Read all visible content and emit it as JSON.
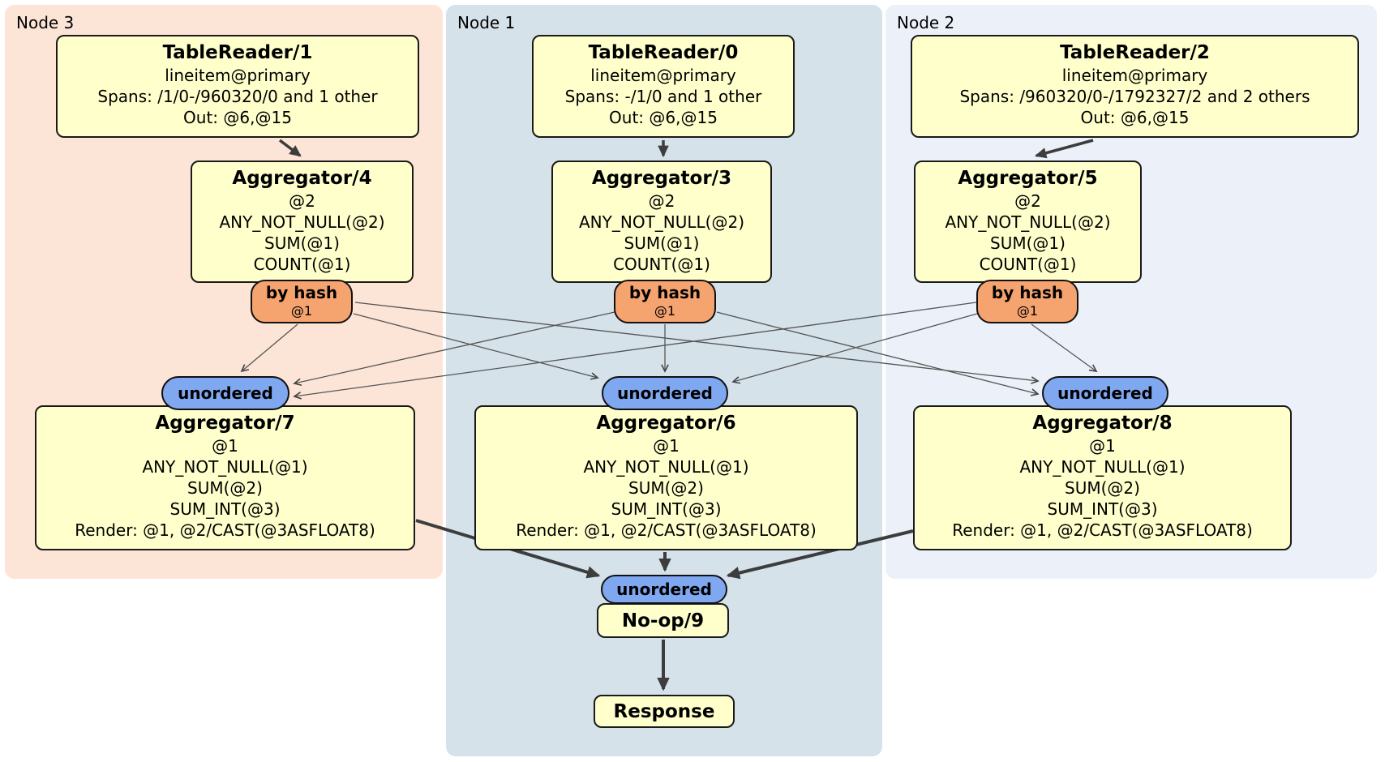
{
  "regions": {
    "node3": "Node 3",
    "node1": "Node 1",
    "node2": "Node 2"
  },
  "processors": {
    "tr1": {
      "title": "TableReader/1",
      "lines": [
        "lineitem@primary",
        "Spans: /1/0-/960320/0 and 1 other",
        "Out: @6,@15"
      ]
    },
    "tr0": {
      "title": "TableReader/0",
      "lines": [
        "lineitem@primary",
        "Spans: -/1/0 and 1 other",
        "Out: @6,@15"
      ]
    },
    "tr2": {
      "title": "TableReader/2",
      "lines": [
        "lineitem@primary",
        "Spans: /960320/0-/1792327/2 and 2 others",
        "Out: @6,@15"
      ]
    },
    "agg4": {
      "title": "Aggregator/4",
      "lines": [
        "@2",
        "ANY_NOT_NULL(@2)",
        "SUM(@1)",
        "COUNT(@1)"
      ]
    },
    "agg3": {
      "title": "Aggregator/3",
      "lines": [
        "@2",
        "ANY_NOT_NULL(@2)",
        "SUM(@1)",
        "COUNT(@1)"
      ]
    },
    "agg5": {
      "title": "Aggregator/5",
      "lines": [
        "@2",
        "ANY_NOT_NULL(@2)",
        "SUM(@1)",
        "COUNT(@1)"
      ]
    },
    "agg7": {
      "title": "Aggregator/7",
      "lines": [
        "@1",
        "ANY_NOT_NULL(@1)",
        "SUM(@2)",
        "SUM_INT(@3)",
        "Render: @1, @2/CAST(@3ASFLOAT8)"
      ]
    },
    "agg6": {
      "title": "Aggregator/6",
      "lines": [
        "@1",
        "ANY_NOT_NULL(@1)",
        "SUM(@2)",
        "SUM_INT(@3)",
        "Render: @1, @2/CAST(@3ASFLOAT8)"
      ]
    },
    "agg8": {
      "title": "Aggregator/8",
      "lines": [
        "@1",
        "ANY_NOT_NULL(@1)",
        "SUM(@2)",
        "SUM_INT(@3)",
        "Render: @1, @2/CAST(@3ASFLOAT8)"
      ]
    },
    "noop": {
      "title": "No-op/9"
    },
    "response": {
      "title": "Response"
    }
  },
  "router": {
    "label": "by hash",
    "sub": "@1"
  },
  "stream": {
    "label": "unordered"
  },
  "colors": {
    "processor_box": "#ffffcc",
    "router_pill": "#f5a36f",
    "stream_pill": "#7fa8f0",
    "node3_bg": "#fce4d6",
    "node1_bg": "#d5e2ea",
    "node2_bg": "#ecf1f9",
    "edge": "#555555",
    "thick_edge": "#3d3d3d"
  }
}
